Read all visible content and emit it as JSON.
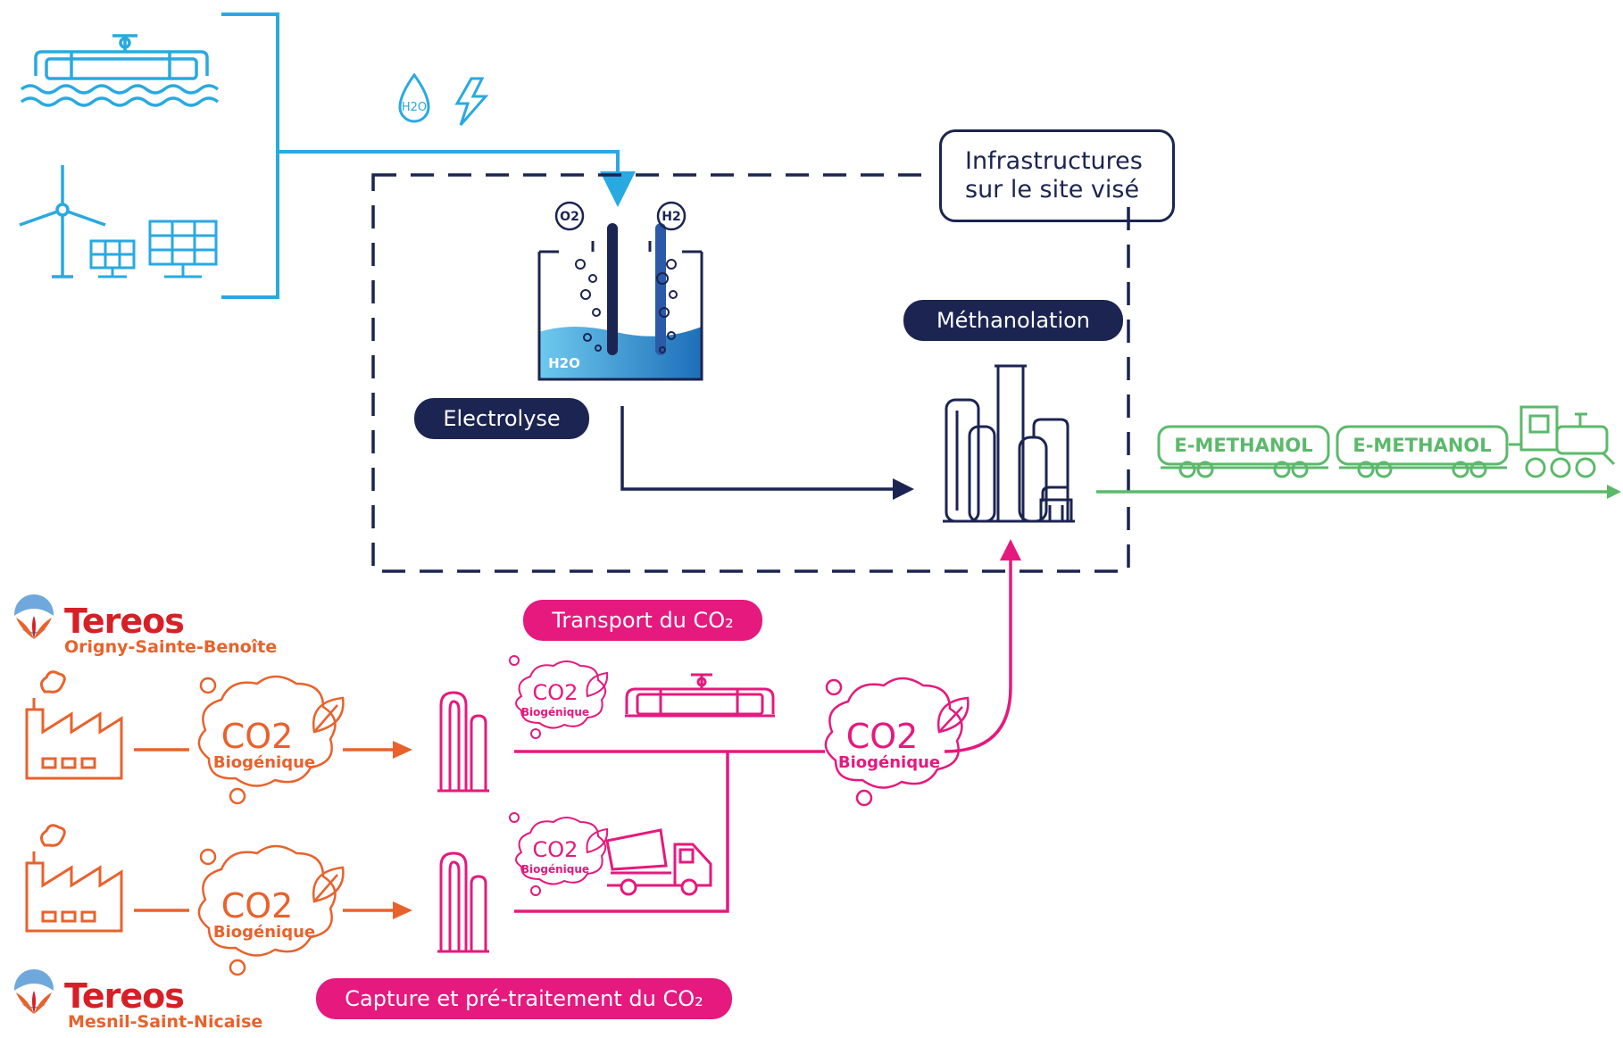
{
  "electrolysis": {
    "label": "Electrolyse",
    "o2_label": "O2",
    "h2_label": "H2",
    "water_label": "H2O",
    "input_water_label": "H2O"
  },
  "methanolation": {
    "label": "Méthanolation"
  },
  "infrastructure_box": {
    "line1": "Infrastructures",
    "line2": "sur le site visé"
  },
  "transport": {
    "label": "Transport du CO₂"
  },
  "capture": {
    "label": "Capture et pré-traitement du CO₂"
  },
  "product": {
    "wagon1": "E-METHANOL",
    "wagon2": "E-METHANOL"
  },
  "sites": [
    {
      "brand": "Tereos",
      "location": "Origny-Sainte-Benoîte"
    },
    {
      "brand": "Tereos",
      "location": "Mesnil-Saint-Nicaise"
    }
  ],
  "co2_cloud": {
    "main": "CO2",
    "sub": "Biogénique"
  },
  "colors": {
    "blue": "#29a9e1",
    "navy": "#1c2451",
    "pink": "#e5197e",
    "orange": "#e8622c",
    "green": "#5bb96b",
    "red": "#d71f26"
  }
}
